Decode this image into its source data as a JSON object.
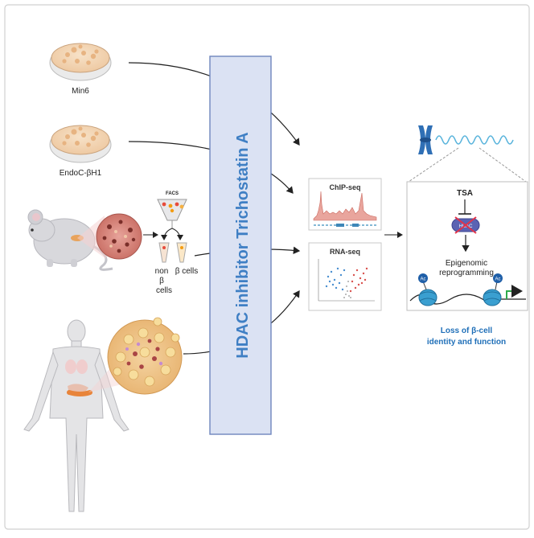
{
  "sources": {
    "min6_label": "Min6",
    "endoc_label": "EndoC-βH1",
    "facs_label": "FACS",
    "non_beta_line1": "non",
    "non_beta_line2": "β",
    "non_beta_line3": "cells",
    "beta_cells_label": "β cells"
  },
  "treatment": {
    "label": "HDAC inhibitor Trichostatin A"
  },
  "assays": {
    "chip_label": "ChIP-seq",
    "rna_label": "RNA-seq"
  },
  "mechanism": {
    "tsa_label": "TSA",
    "hdac_label": "HDAC",
    "epigenomic_line1": "Epigenomic",
    "epigenomic_line2": "reprogramming",
    "ac_label": "Ac"
  },
  "outcome": {
    "line1": "Loss of β-cell",
    "line2": "identity and function"
  },
  "colors": {
    "treatment_fill": "#dbe2f3",
    "treatment_border": "#6f86bd",
    "treatment_text": "#3f7fc4",
    "outcome_text": "#1f6fb8",
    "dish_fill": "#f3d9bd",
    "chromosome": "#2f6fb5",
    "hdac_fill": "#5b63b3",
    "nucleosome": "#3a9fd0"
  }
}
